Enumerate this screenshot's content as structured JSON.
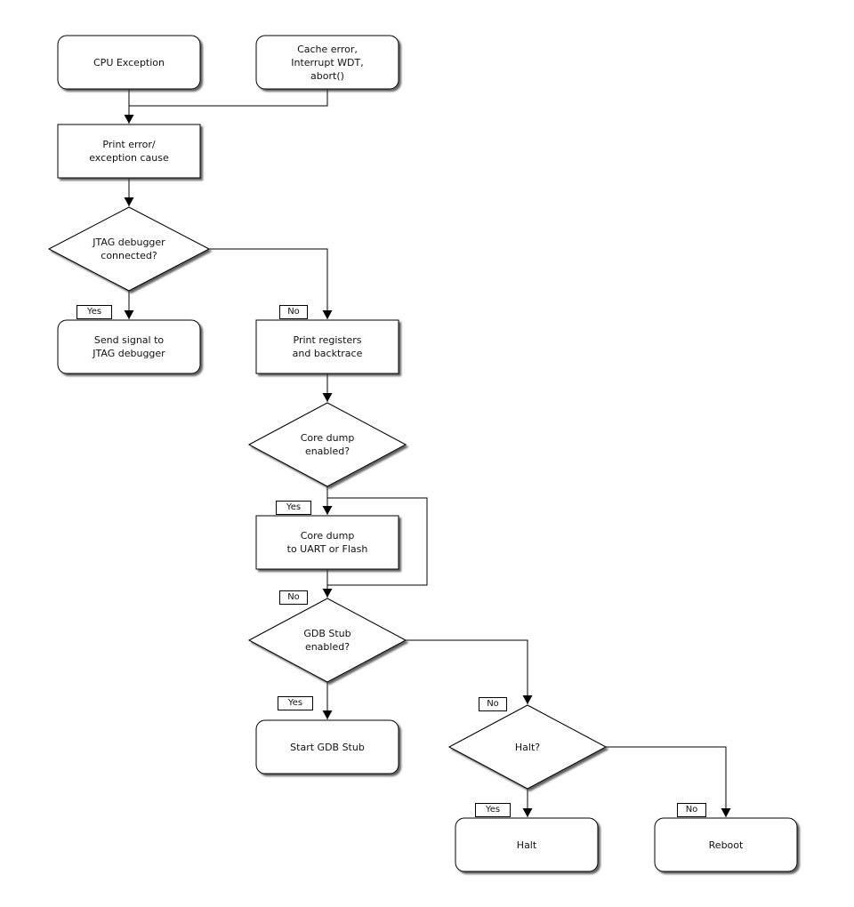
{
  "nodes": {
    "cpu_exception": "CPU Exception",
    "cache_error": "Cache error,\nInterrupt WDT,\nabort()",
    "print_error": "Print error/\nexception cause",
    "jtag_connected": "JTAG debugger\nconnected?",
    "send_signal": "Send signal to\nJTAG debugger",
    "print_registers": "Print registers\nand backtrace",
    "core_dump_enabled": "Core dump\nenabled?",
    "core_dump": "Core dump\nto UART or Flash",
    "gdb_stub_enabled": "GDB Stub\nenabled?",
    "start_gdb_stub": "Start GDB Stub",
    "halt_question": "Halt?",
    "halt": "Halt",
    "reboot": "Reboot"
  },
  "edge_labels": {
    "jtag_yes": "Yes",
    "jtag_no": "No",
    "core_dump_yes": "Yes",
    "core_dump_no": "No",
    "gdb_stub_yes": "Yes",
    "gdb_stub_no": "No",
    "halt_yes": "Yes",
    "halt_no": "No"
  },
  "colors": {
    "background": "#ffffff",
    "node_fill": "#ffffff",
    "node_stroke": "#000000",
    "shadow": "#3a3a3a",
    "text": "#111111"
  }
}
